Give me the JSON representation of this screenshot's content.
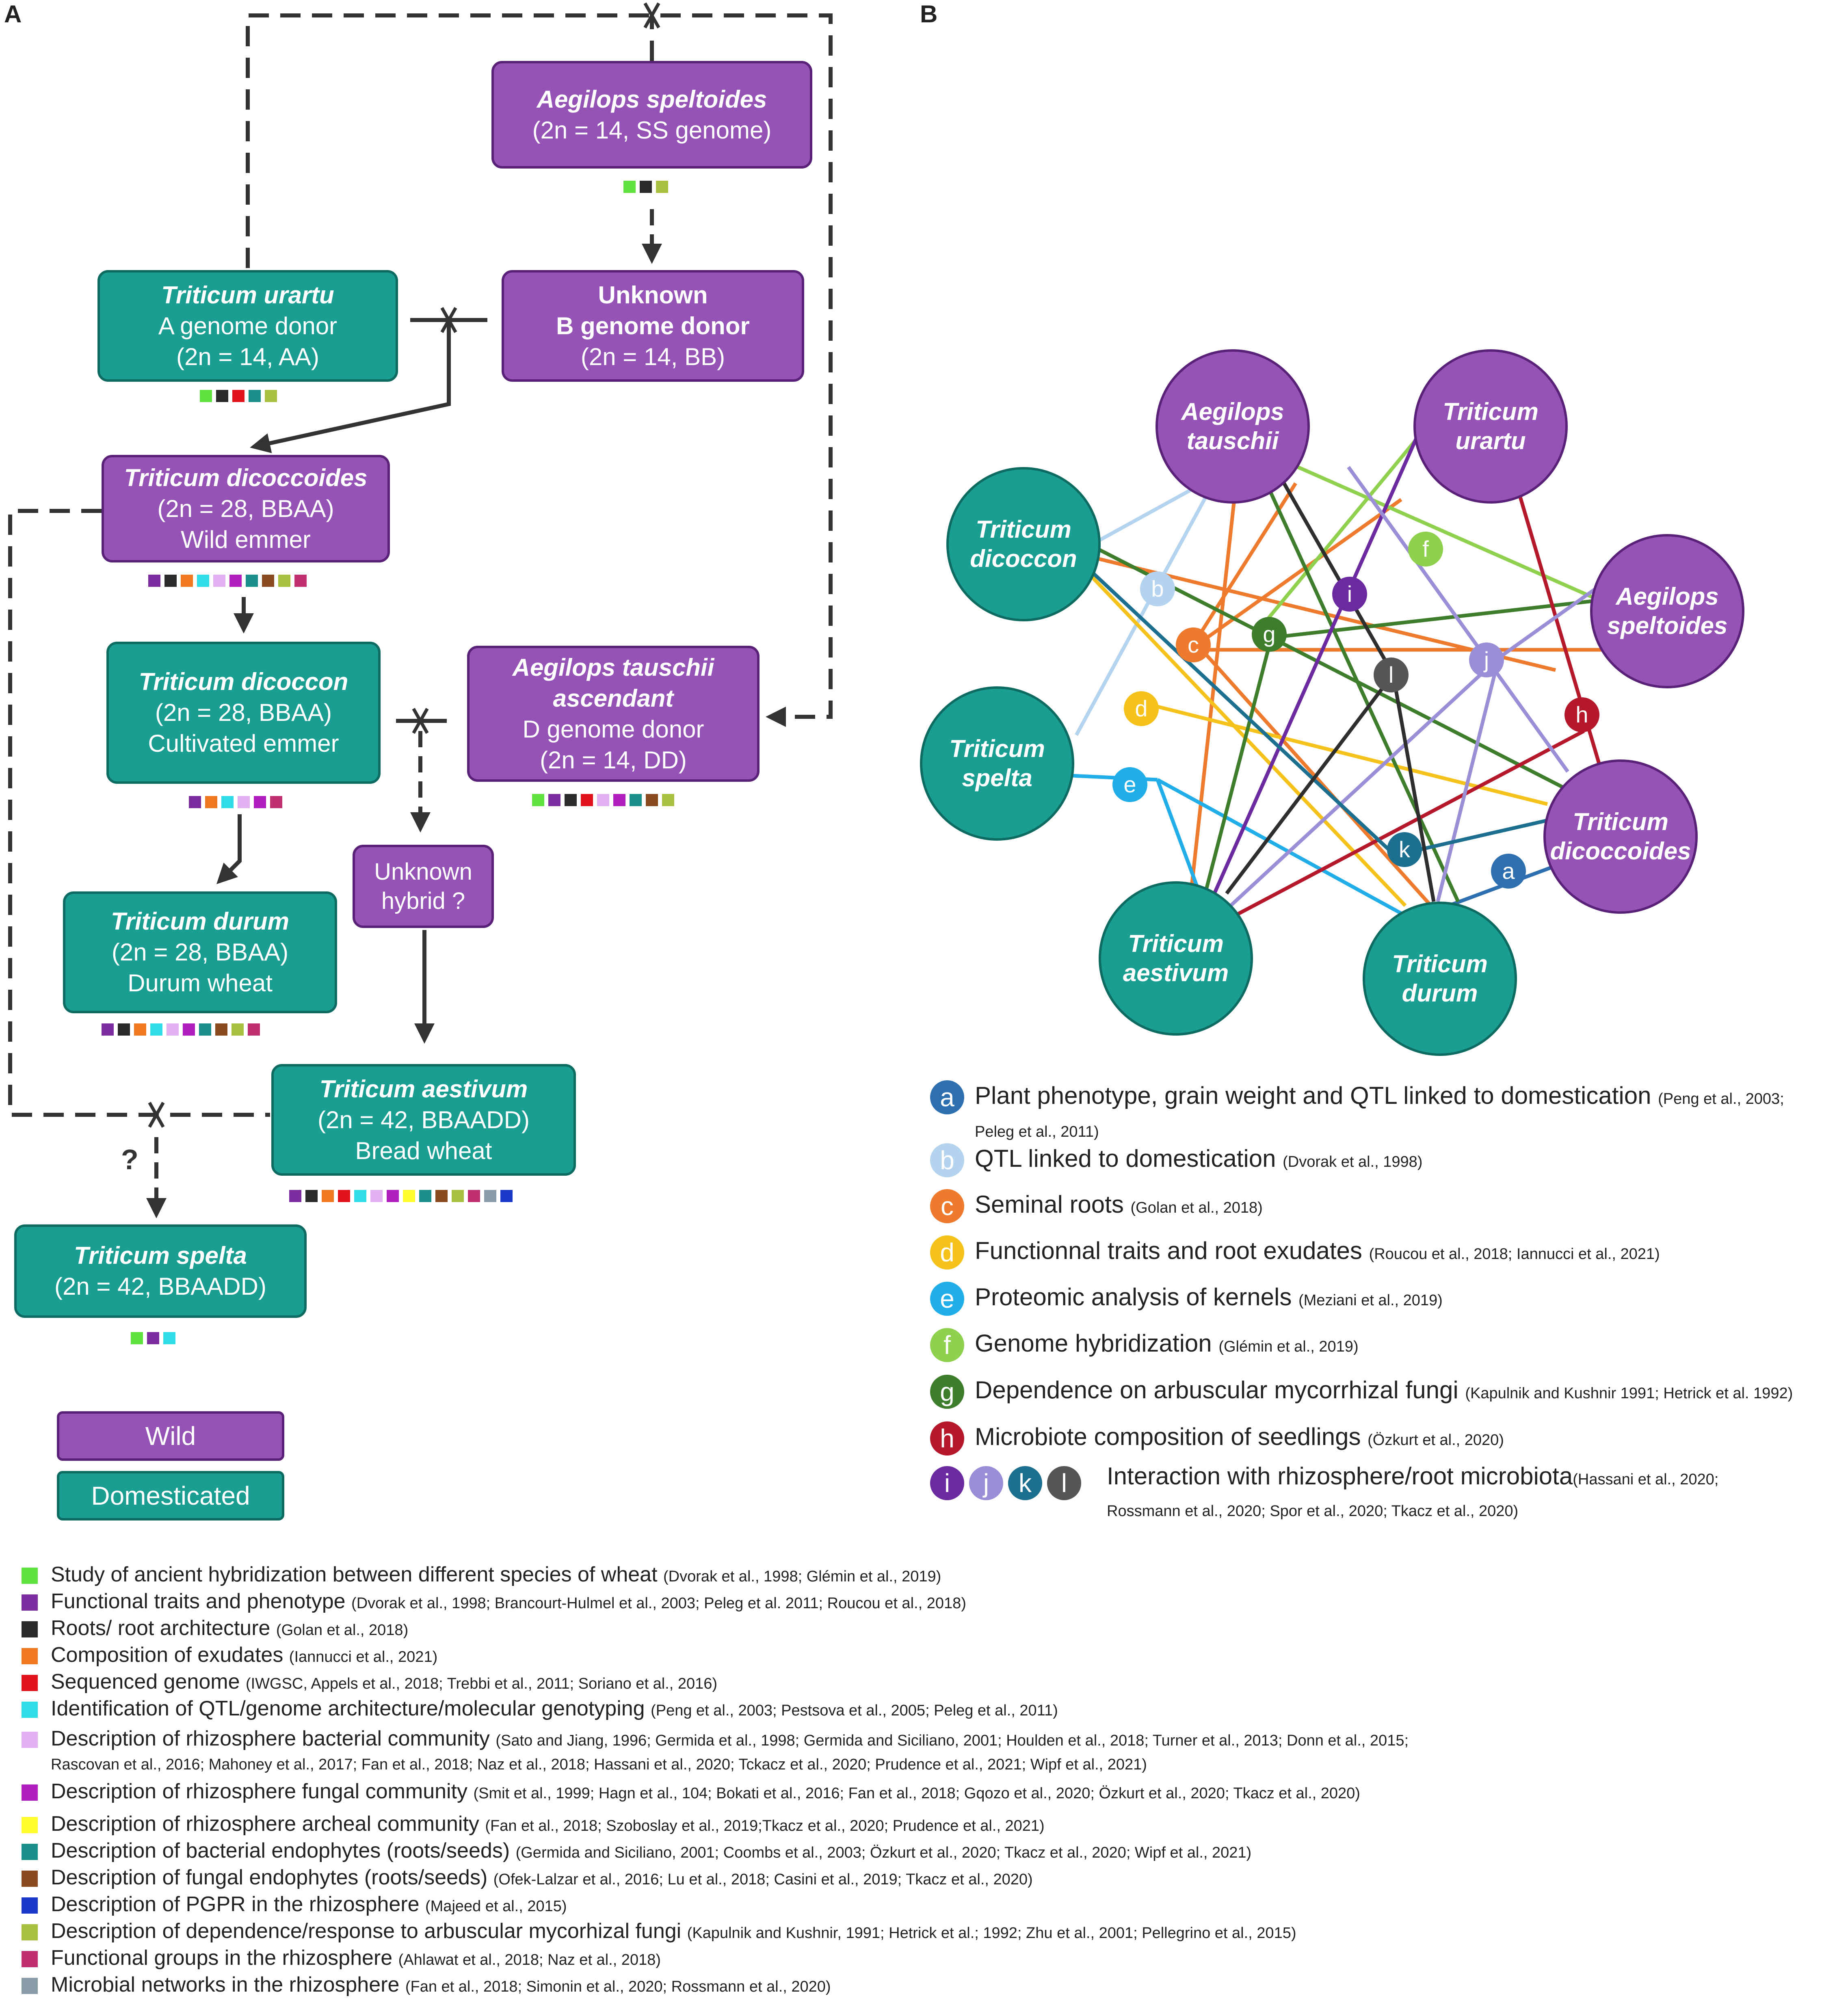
{
  "panels": {
    "a": "A",
    "b": "B"
  },
  "colors": {
    "wild": "#9453b5",
    "domesticated": "#1a9e91",
    "c_green": "#5ee340",
    "c_purple": "#7d2ca0",
    "c_black": "#2a2a2a",
    "c_orange": "#f07820",
    "c_red": "#e0121c",
    "c_cyan": "#30dde6",
    "c_lilac": "#e0b0f0",
    "c_magenta": "#b01ec0",
    "c_yellow": "#ffff30",
    "c_teal": "#1a8f8a",
    "c_brown": "#8b4a1e",
    "c_blue": "#1838c8",
    "c_olive": "#a8c040",
    "c_pink": "#c03070",
    "c_gray": "#8a9ca8"
  },
  "tree": {
    "speltoides": {
      "name": "Aegilops speltoides",
      "line1": "(2n = 14, SS genome)"
    },
    "urartu": {
      "name": "Triticum urartu",
      "line1": "A genome donor",
      "line2": "(2n = 14, AA)"
    },
    "unknown_b": {
      "name1": "Unknown",
      "name2": "B genome donor",
      "line1": "(2n = 14, BB)"
    },
    "dicoccoides": {
      "name": "Triticum dicoccoides",
      "line1": "(2n = 28, BBAA)",
      "line2": "Wild emmer"
    },
    "dicoccon": {
      "name": "Triticum dicoccon",
      "line1": "(2n = 28, BBAA)",
      "line2": "Cultivated emmer"
    },
    "tauschii": {
      "name1": "Aegilops tauschii",
      "name2": "ascendant",
      "line1": "D genome donor",
      "line2": "(2n = 14, DD)"
    },
    "durum": {
      "name": "Triticum durum",
      "line1": "(2n = 28, BBAA)",
      "line2": "Durum wheat"
    },
    "hybrid": {
      "line1": "Unknown",
      "line2": "hybrid ?"
    },
    "aestivum": {
      "name": "Triticum aestivum",
      "line1": "(2n = 42, BBAADD)",
      "line2": "Bread wheat"
    },
    "spelta": {
      "name": "Triticum spelta",
      "line1": "(2n = 42, BBAADD)"
    },
    "question": "?"
  },
  "key": {
    "wild": "Wild",
    "domesticated": "Domesticated"
  },
  "network": {
    "nodes": [
      {
        "id": "tauschii",
        "l1": "Aegilops",
        "l2": "tauschii",
        "type": "wild"
      },
      {
        "id": "urartu",
        "l1": "Triticum",
        "l2": "urartu",
        "type": "wild"
      },
      {
        "id": "dicoccon",
        "l1": "Triticum",
        "l2": "dicoccon",
        "type": "dom"
      },
      {
        "id": "speltoides",
        "l1": "Aegilops",
        "l2": "speltoides",
        "type": "wild"
      },
      {
        "id": "spelta",
        "l1": "Triticum",
        "l2": "spelta",
        "type": "dom"
      },
      {
        "id": "dicoccoides",
        "l1": "Triticum",
        "l2": "dicoccoides",
        "type": "wild"
      },
      {
        "id": "aestivum",
        "l1": "Triticum",
        "l2": "aestivum",
        "type": "dom"
      },
      {
        "id": "durum",
        "l1": "Triticum",
        "l2": "durum",
        "type": "dom"
      }
    ],
    "edge_badges": [
      "a",
      "b",
      "c",
      "d",
      "e",
      "f",
      "g",
      "h",
      "i",
      "j",
      "k",
      "l"
    ]
  },
  "legend_b": [
    {
      "letter": "a",
      "color": "#2e6fb0",
      "text": "Plant phenotype, grain weight and QTL linked to domestication",
      "cite1": "(Peng et al., 2003;",
      "cite2": "Peleg et al., 2011)"
    },
    {
      "letter": "b",
      "color": "#b4d3ee",
      "text": "QTL linked to domestication",
      "cite1": "(Dvorak et al., 1998)"
    },
    {
      "letter": "c",
      "color": "#ee7a2d",
      "text": "Seminal roots",
      "cite1": "(Golan et al., 2018)"
    },
    {
      "letter": "d",
      "color": "#f5c21b",
      "text": "Functionnal traits and root exudates",
      "cite1": "(Roucou et al., 2018; Iannucci et al., 2021)"
    },
    {
      "letter": "e",
      "color": "#21aee8",
      "text": "Proteomic analysis of kernels",
      "cite1": "(Meziani et al., 2019)"
    },
    {
      "letter": "f",
      "color": "#8fd14f",
      "text": "Genome hybridization",
      "cite1": "(Glémin et al., 2019)"
    },
    {
      "letter": "g",
      "color": "#3e7d2c",
      "text": "Dependence on arbuscular mycorrhizal fungi",
      "cite1": "(Kapulnik and Kushnir 1991; Hetrick et al. 1992)"
    },
    {
      "letter": "h",
      "color": "#b5182b",
      "text": "Microbiote composition of seedlings",
      "cite1": "(Özkurt et al., 2020)"
    }
  ],
  "legend_b_last": {
    "letters": [
      {
        "letter": "i",
        "color": "#6c2aa0"
      },
      {
        "letter": "j",
        "color": "#9a8fd6"
      },
      {
        "letter": "k",
        "color": "#1c6f8f"
      },
      {
        "letter": "l",
        "color": "#555555"
      }
    ],
    "text": "Interaction with rhizosphere/root microbiota",
    "cite1": "(Hassani et al., 2020;",
    "cite2": "Rossmann et al., 2020; Spor et al., 2020; Tkacz et al., 2020)"
  },
  "legend_c": [
    {
      "color": "#5ee340",
      "text": "Study of ancient hybridization between different species of wheat",
      "cite": "(Dvorak et al., 1998; Glémin et al., 2019)"
    },
    {
      "color": "#7d2ca0",
      "text": "Functional traits and phenotype",
      "cite": "(Dvorak et al., 1998; Brancourt-Hulmel et al., 2003; Peleg et al. 2011; Roucou et al., 2018)"
    },
    {
      "color": "#2a2a2a",
      "text": "Roots/ root architecture",
      "cite": "(Golan et al., 2018)"
    },
    {
      "color": "#f07820",
      "text": "Composition of exudates",
      "cite": "(Iannucci et al., 2021)"
    },
    {
      "color": "#e0121c",
      "text": "Sequenced genome",
      "cite": "(IWGSC, Appels et al., 2018; Trebbi et al., 2011; Soriano et al., 2016)"
    },
    {
      "color": "#30dde6",
      "text": "Identification of QTL/genome architecture/molecular genotyping",
      "cite": "(Peng et al., 2003; Pestsova et al., 2005; Peleg et al., 2011)"
    },
    {
      "color": "#e0b0f0",
      "text": "Description of rhizosphere bacterial community",
      "cite": "(Sato and Jiang, 1996; Germida et al., 1998; Germida and Siciliano, 2001; Houlden et al., 2018; Turner et al., 2013; Donn et al., 2015;",
      "cite2": "Rascovan et al., 2016; Mahoney et al., 2017; Fan et al., 2018; Naz et al., 2018; Hassani et al., 2020; Tckacz et al., 2020; Prudence et al., 2021; Wipf et al., 2021)"
    },
    {
      "color": "#b01ec0",
      "text": "Description of rhizosphere fungal community",
      "cite": "(Smit et al., 1999; Hagn et al., 104; Bokati et al., 2016; Fan et al., 2018; Gqozo et al., 2020; Özkurt et al., 2020; Tkacz et al., 2020)"
    },
    {
      "color": "#ffff30",
      "text": "Description of rhizosphere archeal community",
      "cite": "(Fan et al., 2018; Szoboslay et al., 2019;Tkacz et al., 2020; Prudence et al., 2021)"
    },
    {
      "color": "#1a8f8a",
      "text": "Description of bacterial endophytes (roots/seeds)",
      "cite": "(Germida and Siciliano, 2001; Coombs et al., 2003; Özkurt et al., 2020; Tkacz et al., 2020; Wipf et al., 2021)"
    },
    {
      "color": "#8b4a1e",
      "text": "Description of fungal endophytes (roots/seeds)",
      "cite": "(Ofek-Lalzar et al., 2016; Lu et al., 2018; Casini et al., 2019; Tkacz et al., 2020)"
    },
    {
      "color": "#1838c8",
      "text": "Description of PGPR in the rhizosphere",
      "cite": "(Majeed et al., 2015)"
    },
    {
      "color": "#a8c040",
      "text": "Description of dependence/response to arbuscular mycorhizal fungi",
      "cite": "(Kapulnik and Kushnir, 1991; Hetrick et al.; 1992; Zhu et al., 2001; Pellegrino et al., 2015)"
    },
    {
      "color": "#c03070",
      "text": "Functional groups in the rhizosphere",
      "cite": "(Ahlawat et al., 2018; Naz et al., 2018)"
    },
    {
      "color": "#8a9ca8",
      "text": "Microbial networks in the rhizosphere",
      "cite": "(Fan et al., 2018; Simonin et al., 2020; Rossmann et al., 2020)"
    }
  ]
}
